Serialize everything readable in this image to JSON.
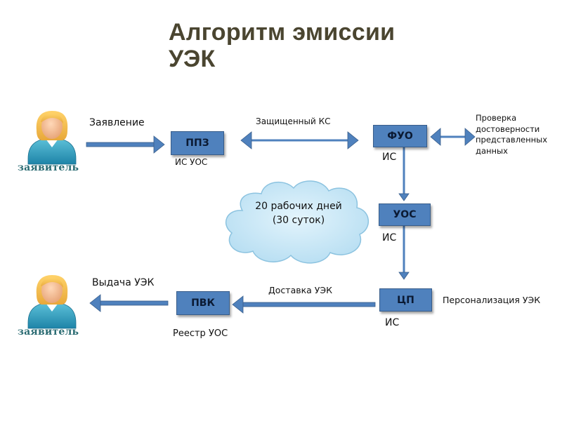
{
  "title": {
    "line1": "Алгоритм эмиссии",
    "line2": "УЭК"
  },
  "actors": {
    "applicant_top": {
      "caption": "заявитель",
      "icon": "person-icon"
    },
    "applicant_bottom": {
      "caption": "заявитель",
      "icon": "person-icon"
    }
  },
  "nodes": {
    "ppz": {
      "label": "ППЗ",
      "sublabel": "ИС УОС"
    },
    "fuo": {
      "label": "ФУО",
      "sublabel": "ИС"
    },
    "uos": {
      "label": "УОС",
      "sublabel": "ИС"
    },
    "cp": {
      "label": "ЦП",
      "sublabel": "ИС"
    },
    "pvk": {
      "label": "ПВК",
      "sublabel": "Реестр УОС"
    }
  },
  "edges": {
    "application": "Заявление",
    "secure_channel": "Защищенный КС",
    "verification": "Проверка\nдостоверности\nпредставленных\nданных",
    "personalization": "Персонализация УЭК",
    "delivery": "Доставка УЭК",
    "issuance": "Выдача УЭК"
  },
  "cloud": {
    "text": "20 рабочих дней\n(30 суток)"
  },
  "colors": {
    "box_fill": "#4f81bd",
    "box_border": "#385d8a",
    "arrow": "#4f81bd",
    "cloud_fill": "#c6e6f5",
    "cloud_border": "#8cc3e0",
    "title": "#4a4530",
    "caption": "#2a6b72"
  }
}
